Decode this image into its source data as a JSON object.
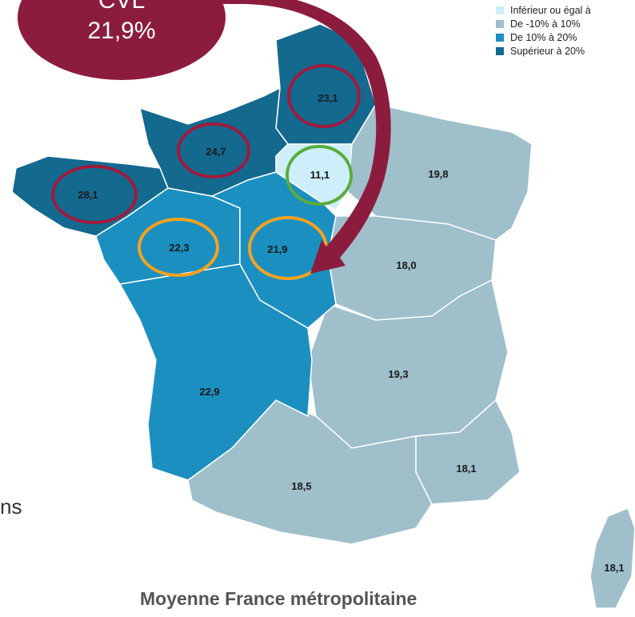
{
  "colors": {
    "inferieur": "#cdeefa",
    "moyen": "#9fbfcb",
    "haut": "#1b8fc0",
    "superieur": "#14698f",
    "bubble": "#8c1c3e",
    "circle_red": "#9e1b3e",
    "circle_orange": "#f4a21f",
    "circle_green": "#5aac3c",
    "caption": "#555555"
  },
  "legend": {
    "items": [
      {
        "label": "Inférieur ou égal à",
        "color_key": "inferieur"
      },
      {
        "label": "De -10% à 10%",
        "color_key": "moyen"
      },
      {
        "label": "De 10% à 20%",
        "color_key": "haut"
      },
      {
        "label": "Supérieur à 20%",
        "color_key": "superieur"
      }
    ]
  },
  "bubble": {
    "line1": "CVL",
    "line2": "21,9%"
  },
  "regions": {
    "bretagne": "28,1",
    "normandie": "24,7",
    "hauts_de_france": "23,1",
    "ile_de_france": "11,1",
    "grand_est": "19,8",
    "pays_de_la_loire": "22,3",
    "centre_val_de_loire": "21,9",
    "bourgogne_franche_comte": "18,0",
    "auvergne_rhone_alpes": "19,3",
    "nouvelle_aquitaine": "22,9",
    "occitanie": "18,5",
    "paca": "18,1",
    "corse": "18,1"
  },
  "side_text": "ns",
  "caption": "Moyenne France métropolitaine"
}
